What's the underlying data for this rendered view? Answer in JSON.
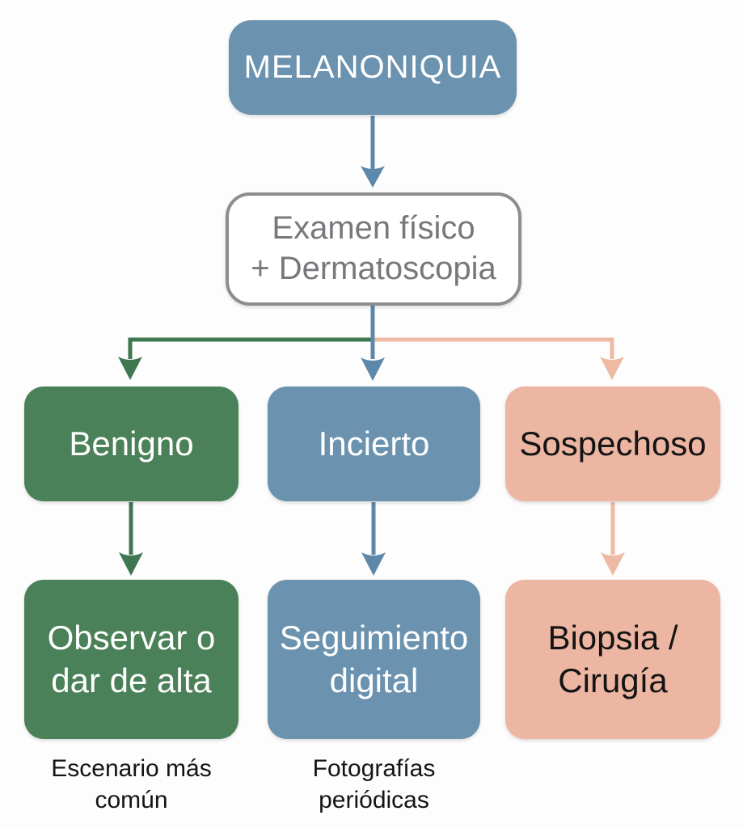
{
  "nodes": {
    "melanoniquia": {
      "label": "MELANONIQUIA"
    },
    "examen": {
      "line1": "Examen físico",
      "line2": "+ Dermatoscopia"
    },
    "benigno": {
      "label": "Benigno"
    },
    "incierto": {
      "label": "Incierto"
    },
    "sospechoso": {
      "label": "Sospechoso"
    },
    "observar": {
      "line1": "Observar o",
      "line2": "dar de alta"
    },
    "seguimiento": {
      "line1": "Seguimiento",
      "line2": "digital"
    },
    "biopsia": {
      "line1": "Biopsia /",
      "line2": "Cirugía"
    }
  },
  "captions": {
    "benigno_note": {
      "line1": "Escenario más",
      "line2": "común"
    },
    "seguimiento_note": {
      "line1": "Fotografías",
      "line2": "periódicas"
    }
  },
  "colors": {
    "blue": "#6b92ae",
    "green": "#4b8158",
    "pink": "#ecb6a2",
    "blue_arrow": "#5d88a9",
    "green_arrow": "#3e7750",
    "pink_arrow": "#eebaa4",
    "outline_border": "#8b8e90",
    "outline_text": "#76787b",
    "dark_text": "#141414",
    "background": "#fdfdfd"
  }
}
